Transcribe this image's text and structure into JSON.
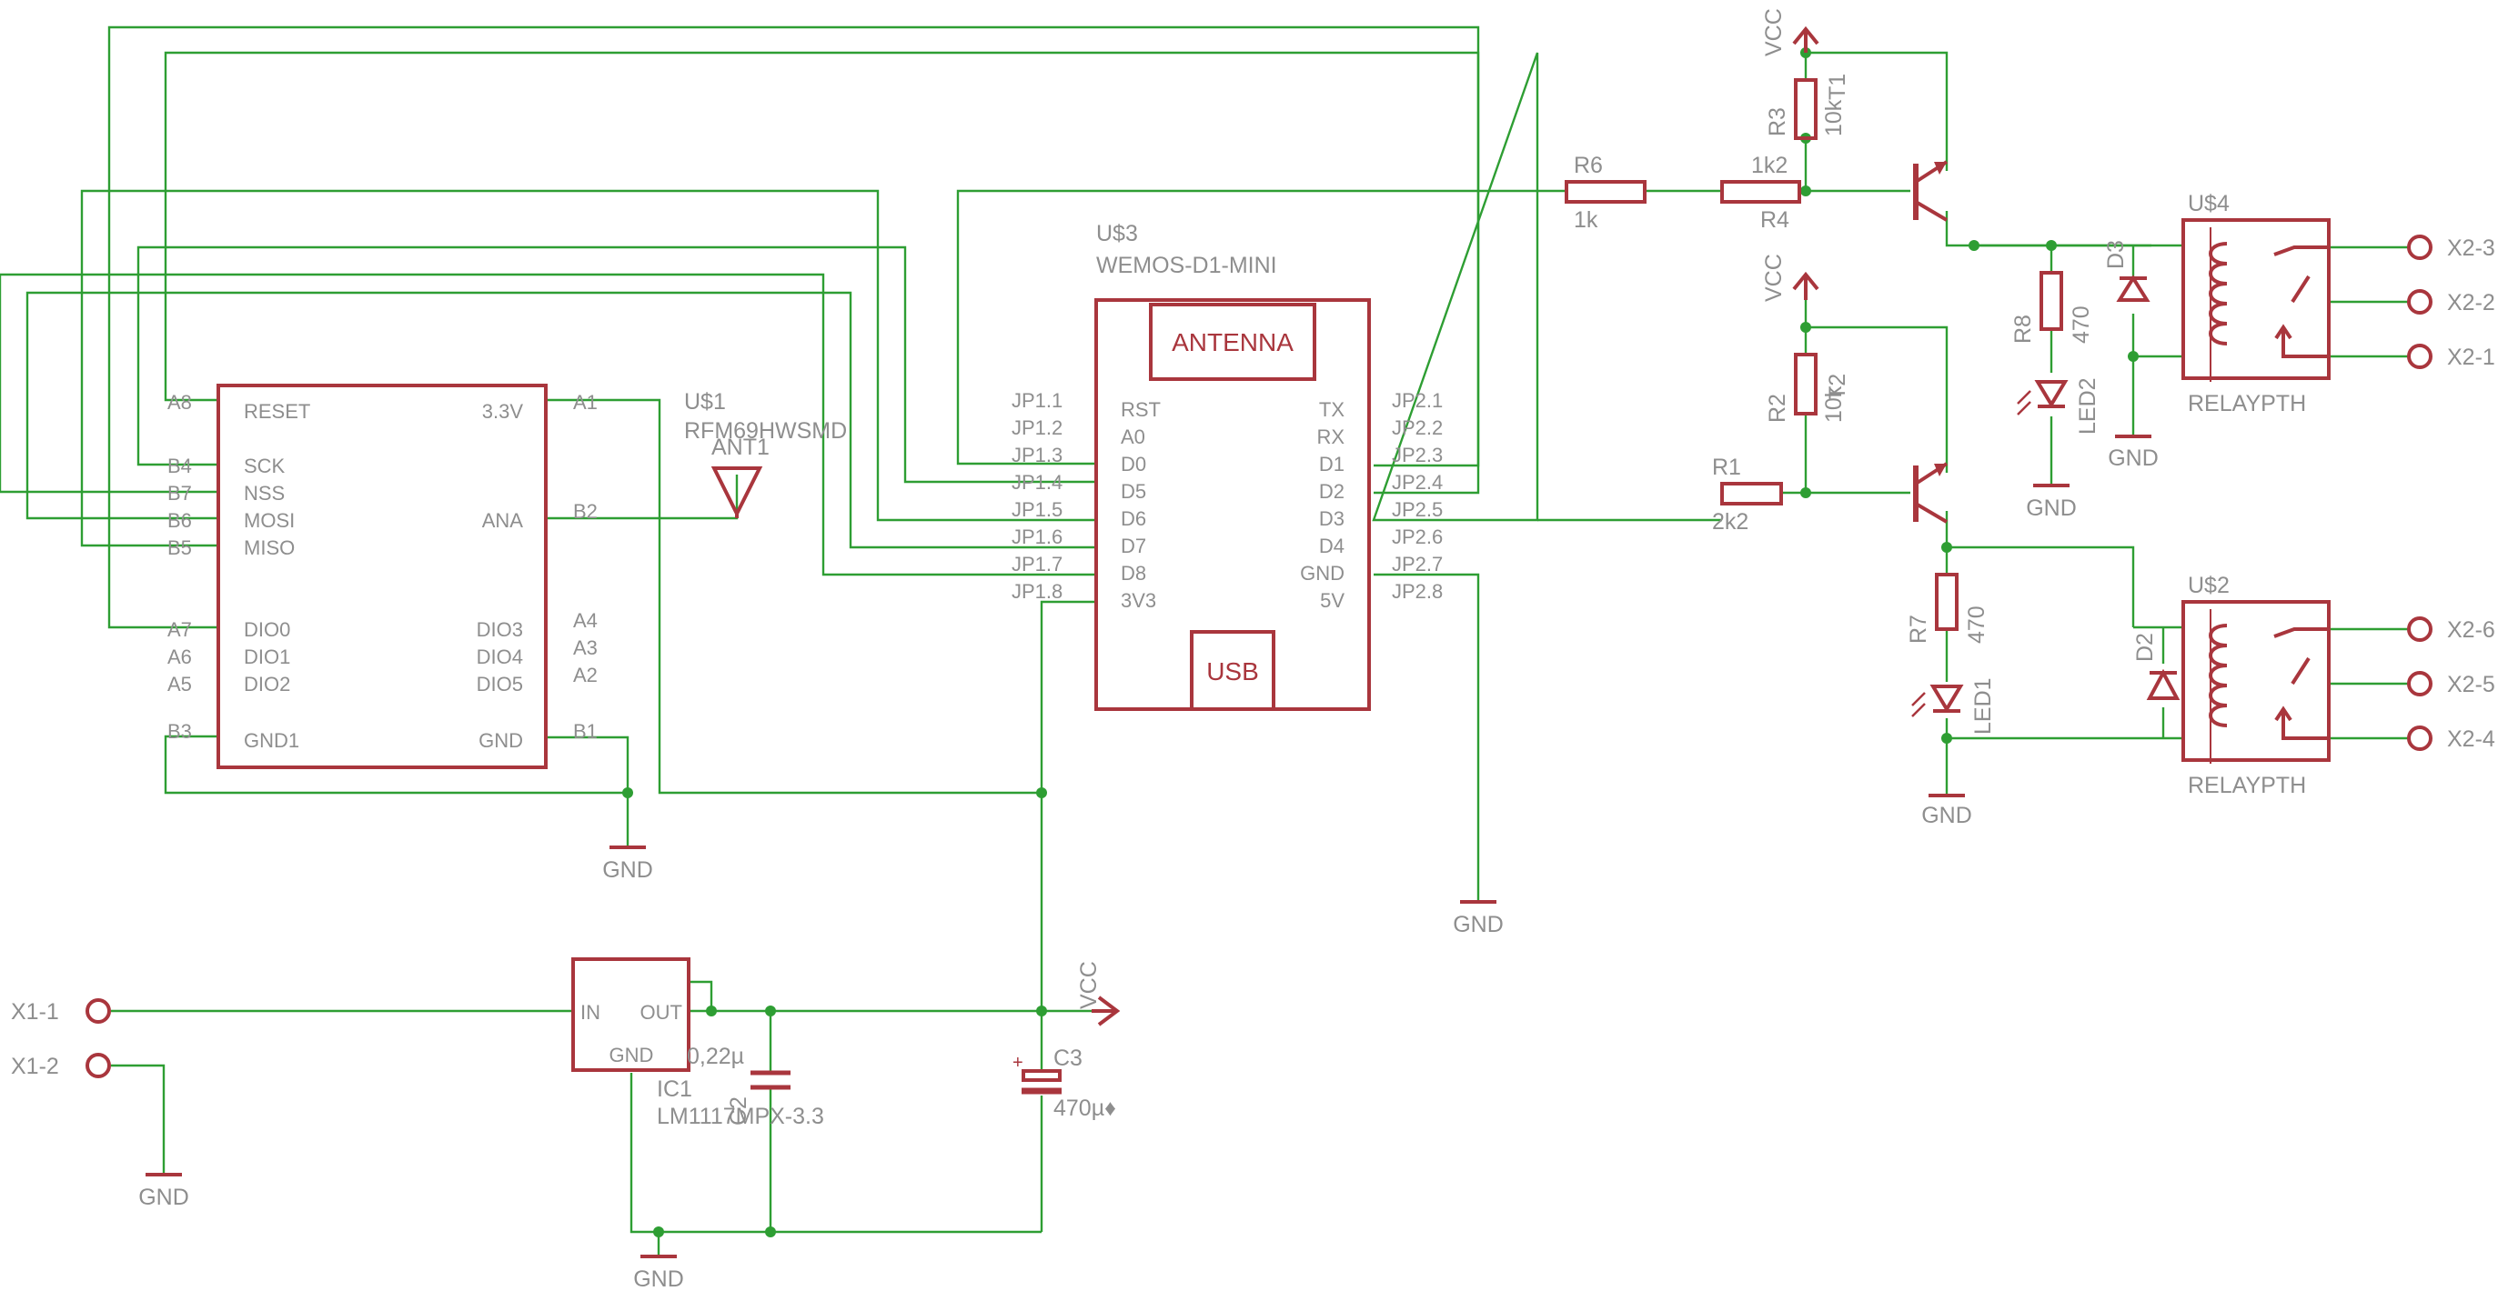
{
  "u1": {
    "name": "U$1",
    "value": "RFM69HWSMD",
    "left_pins": [
      "A8",
      "B4",
      "B7",
      "B6",
      "B5",
      "A7",
      "A6",
      "A5",
      "B3"
    ],
    "left_labels": [
      "RESET",
      "SCK",
      "NSS",
      "MOSI",
      "MISO",
      "DIO0",
      "DIO1",
      "DIO2",
      "GND1"
    ],
    "right_labels": [
      "3.3V",
      "ANA",
      "DIO3",
      "DIO4",
      "DIO5",
      "GND"
    ],
    "right_pins": [
      "A1",
      "B2",
      "A4",
      "A3",
      "A2",
      "B1"
    ]
  },
  "ant1": {
    "name": "ANT1"
  },
  "u3": {
    "name": "U$3",
    "value": "WEMOS-D1-MINI",
    "antenna_label": "ANTENNA",
    "usb_label": "USB",
    "left_pins": [
      "JP1.1",
      "JP1.2",
      "JP1.3",
      "JP1.4",
      "JP1.5",
      "JP1.6",
      "JP1.7",
      "JP1.8"
    ],
    "left_labels": [
      "RST",
      "A0",
      "D0",
      "D5",
      "D6",
      "D7",
      "D8",
      "3V3"
    ],
    "right_labels": [
      "TX",
      "RX",
      "D1",
      "D2",
      "D3",
      "D4",
      "GND",
      "5V"
    ],
    "right_pins": [
      "JP2.1",
      "JP2.2",
      "JP2.3",
      "JP2.4",
      "JP2.5",
      "JP2.6",
      "JP2.7",
      "JP2.8"
    ]
  },
  "resistors": {
    "r6": {
      "name": "R6",
      "value": "1k"
    },
    "r4": {
      "name": "R4",
      "value": "1k2"
    },
    "r3": {
      "name": "R3",
      "value": "10k"
    },
    "r2": {
      "name": "R2",
      "value": "10k"
    },
    "r1": {
      "name": "R1",
      "value": "2k2"
    },
    "r8": {
      "name": "R8",
      "value": "470"
    },
    "r7": {
      "name": "R7",
      "value": "470"
    }
  },
  "transistors": {
    "t1": {
      "name": "T1"
    },
    "t2": {
      "name": "T2"
    }
  },
  "diodes": {
    "d3": {
      "name": "D3"
    },
    "d2": {
      "name": "D2"
    }
  },
  "leds": {
    "led2": {
      "name": "LED2"
    },
    "led1": {
      "name": "LED1"
    }
  },
  "relays": {
    "u4": {
      "name": "U$4",
      "value": "RELAYPTH",
      "terminals": [
        "X2-3",
        "X2-2",
        "X2-1"
      ]
    },
    "u2": {
      "name": "U$2",
      "value": "RELAYPTH",
      "terminals": [
        "X2-6",
        "X2-5",
        "X2-4"
      ]
    }
  },
  "ic1": {
    "name": "IC1",
    "value": "LM1117MPX-3.3",
    "pin_in": "IN",
    "pin_out": "OUT",
    "pin_gnd": "GND"
  },
  "c2": {
    "name": "C2",
    "value": "0,22µ"
  },
  "c3": {
    "name": "C3",
    "value": "470µ♦",
    "plus": "+"
  },
  "connector_x1": [
    "X1-1",
    "X1-2"
  ],
  "supply": {
    "vcc": "VCC",
    "gnd": "GND"
  },
  "colors": {
    "wire": "#2e9e33",
    "symbol": "#a9363d",
    "text": "#8e8e8e",
    "background": "#ffffff"
  }
}
